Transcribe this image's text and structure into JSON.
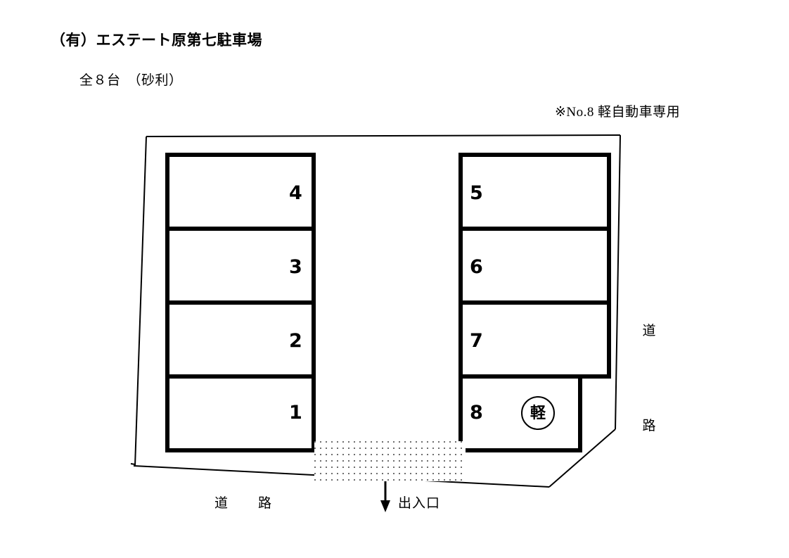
{
  "document": {
    "title": "（有）エステート原第七駐車場",
    "capacity": "全８台　（砂利）",
    "kei_note": "※No.8 軽自動車専用"
  },
  "labels": {
    "road_right_1": "道",
    "road_right_2": "路",
    "road_bottom": "道　路",
    "entrance": "出入口",
    "kei_badge": "軽"
  },
  "lot": {
    "left_block": [
      {
        "number": "4"
      },
      {
        "number": "3"
      },
      {
        "number": "2"
      },
      {
        "number": "1"
      }
    ],
    "right_block": [
      {
        "number": "5"
      },
      {
        "number": "6"
      },
      {
        "number": "7"
      },
      {
        "number": "8"
      }
    ]
  },
  "colors": {
    "ink": "#000000",
    "paper": "#ffffff",
    "gravel_dot": "#4a4a4a"
  }
}
